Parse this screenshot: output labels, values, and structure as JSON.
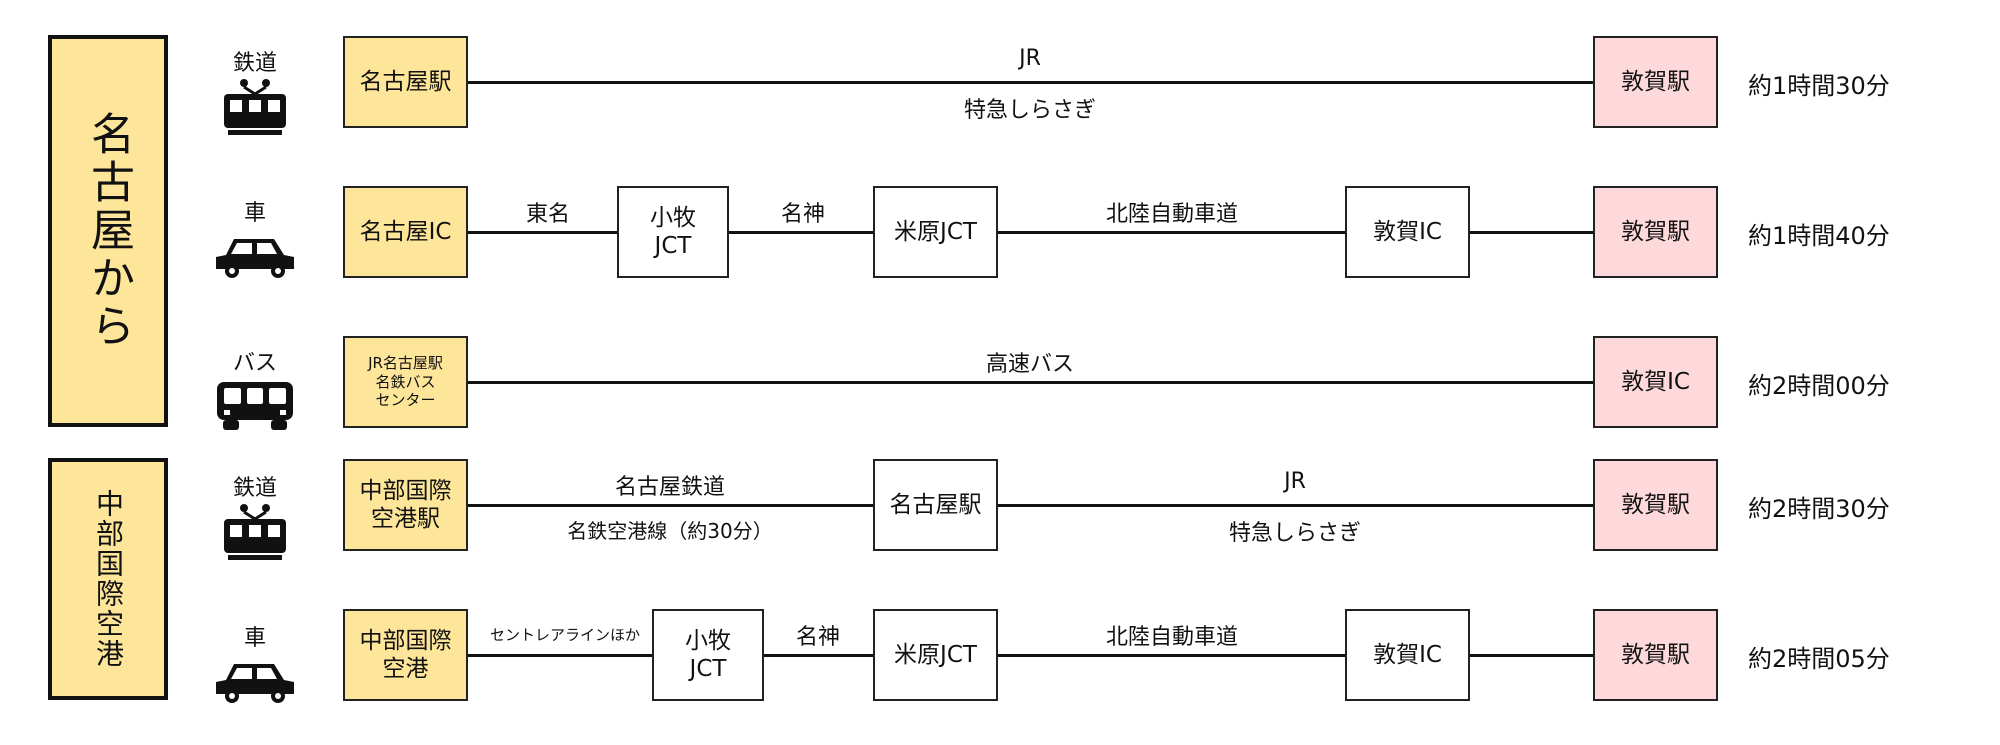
{
  "origins": {
    "nagoya": "名古屋から",
    "centrair": "中部国際空港"
  },
  "routes": [
    {
      "mode": "鉄道",
      "icon": "train-icon",
      "from": "名古屋駅",
      "to": "敦賀駅",
      "line_top": "JR",
      "line_bottom": "特急しらさぎ",
      "time": "約1時間30分"
    },
    {
      "mode": "車",
      "icon": "car-icon",
      "from": "名古屋IC",
      "seg1": "東名",
      "jct1": "小牧\nJCT",
      "seg2": "名神",
      "jct2": "米原JCT",
      "seg3": "北陸自動車道",
      "exit": "敦賀IC",
      "to": "敦賀駅",
      "time": "約1時間40分"
    },
    {
      "mode": "バス",
      "icon": "bus-icon",
      "from": "JR名古屋駅\n名鉄バス\nセンター",
      "to": "敦賀IC",
      "line_top": "高速バス",
      "time": "約2時間00分"
    },
    {
      "mode": "鉄道",
      "icon": "train-icon",
      "from": "中部国際\n空港駅",
      "seg1_top": "名古屋鉄道",
      "seg1_bottom": "名鉄空港線（約30分）",
      "mid": "名古屋駅",
      "seg2_top": "JR",
      "seg2_bottom": "特急しらさぎ",
      "to": "敦賀駅",
      "time": "約2時間30分"
    },
    {
      "mode": "車",
      "icon": "car-icon",
      "from": "中部国際\n空港",
      "seg1": "セントレアラインほか",
      "jct1": "小牧\nJCT",
      "seg2": "名神",
      "jct2": "米原JCT",
      "seg3": "北陸自動車道",
      "exit": "敦賀IC",
      "to": "敦賀駅",
      "time": "約2時間05分"
    }
  ],
  "colors": {
    "origin": "#fde59a",
    "destination": "#fdd9dc",
    "line": "#111111"
  }
}
